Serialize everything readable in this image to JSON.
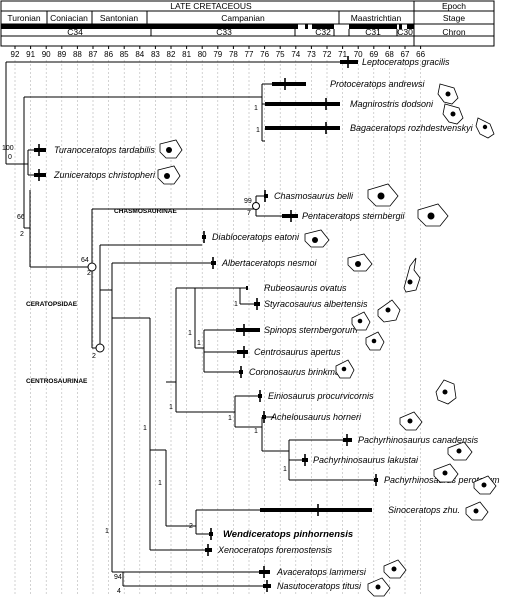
{
  "timescale": {
    "period": "LATE CRETACEOUS",
    "labels": {
      "epoch": "Epoch",
      "stage": "Stage",
      "chron": "Chron"
    },
    "stages": [
      "Turonian",
      "Coniacian",
      "Santonian",
      "Campanian",
      "Maastrichtian"
    ],
    "chrons": [
      "C34",
      "C33",
      "C32",
      "C31",
      "C30"
    ],
    "ticks": [
      "92",
      "91",
      "90",
      "89",
      "88",
      "87",
      "86",
      "85",
      "84",
      "83",
      "82",
      "81",
      "80",
      "79",
      "78",
      "77",
      "76",
      "75",
      "74",
      "73",
      "72",
      "71",
      "70",
      "69",
      "68",
      "67",
      "66"
    ]
  },
  "taxa": [
    "Leptoceratops gracilis",
    "Protoceratops andrewsi",
    "Magnirostris dodsoni",
    "Bagaceratops rozhdestvenskyi",
    "Turanoceratops tardabilis",
    "Zuniceratops christopheri",
    "Chasmosaurus belli",
    "Pentaceratops sternbergii",
    "Diabloceratops eatoni",
    "Albertaceratops nesmoi",
    "Rubeosaurus ovatus",
    "Styracosaurus albertensis",
    "Spinops sternbergorum",
    "Centrosaurus apertus",
    "Coronosaurus brinkmani",
    "Einiosaurus procurvicornis",
    "Achelousaurus horneri",
    "Pachyrhinosaurus canadensis",
    "Pachyrhinosaurus lakustai",
    "Pachyrhinosaurus perotorum",
    "Sinoceratops zhu.",
    "Wendiceratops pinhornensis",
    "Xenoceratops foremostensis",
    "Avaceratops lammersi",
    "Nasutoceratops titusi"
  ],
  "clades": [
    "CHASMOSAURINAE",
    "CERATOPSIDAE",
    "CENTROSAURINAE"
  ],
  "support": {
    "root_top": "100",
    "root_bot": "0",
    "n66_top": "66",
    "n66_bot": "2",
    "cerat_top": "64",
    "cerat_bot": "2",
    "chasmo_top": "99",
    "chasmo_bot": "7",
    "centro_bot": "2",
    "proto": "1",
    "magbag": "1",
    "rub_sty": "1",
    "spin_cen": "1",
    "cent_core": "1",
    "cent_grp": "1",
    "pach_top": "1",
    "ach_pach": "1",
    "pach_sub": "1",
    "big": "1",
    "mid": "1",
    "sino_wendi": "2",
    "ava_nas_top": "94",
    "ava_nas_bot": "4"
  },
  "colors": {
    "line": "#000000",
    "grid": "#b5b5b5",
    "background": "#ffffff"
  }
}
